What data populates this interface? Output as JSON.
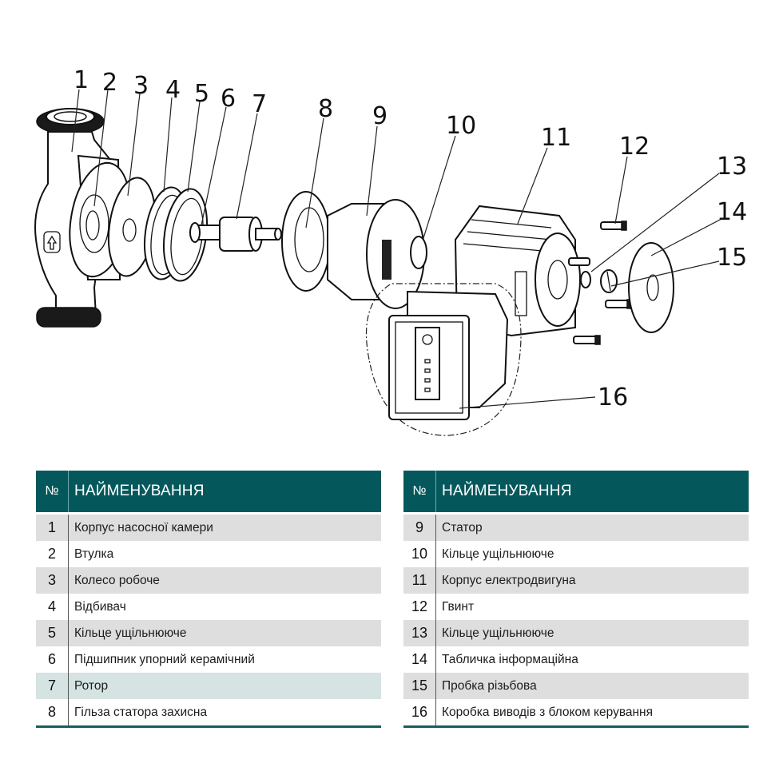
{
  "diagram": {
    "title": "Exploded view of circulation pump",
    "callouts": [
      "1",
      "2",
      "3",
      "4",
      "5",
      "6",
      "7",
      "8",
      "9",
      "10",
      "11",
      "12",
      "13",
      "14",
      "15",
      "16"
    ]
  },
  "tables": [
    {
      "header": {
        "num": "№",
        "name": "НАЙМЕНУВАННЯ"
      },
      "rows": [
        {
          "num": "1",
          "name": "Корпус насосної камери"
        },
        {
          "num": "2",
          "name": "Втулка"
        },
        {
          "num": "3",
          "name": "Колесо робоче"
        },
        {
          "num": "4",
          "name": "Відбивач"
        },
        {
          "num": "5",
          "name": "Кільце ущільнююче"
        },
        {
          "num": "6",
          "name": "Підшипник упорний керамічний"
        },
        {
          "num": "7",
          "name": "Ротор"
        },
        {
          "num": "8",
          "name": "Гільза статора захисна"
        }
      ]
    },
    {
      "header": {
        "num": "№",
        "name": "НАЙМЕНУВАННЯ"
      },
      "rows": [
        {
          "num": "9",
          "name": "Статор"
        },
        {
          "num": "10",
          "name": "Кільце ущільнююче"
        },
        {
          "num": "11",
          "name": "Корпус електродвигуна"
        },
        {
          "num": "12",
          "name": "Гвинт"
        },
        {
          "num": "13",
          "name": "Кільце ущільнююче"
        },
        {
          "num": "14",
          "name": "Табличка інформаційна"
        },
        {
          "num": "15",
          "name": "Пробка різьбова"
        },
        {
          "num": "16",
          "name": "Коробка виводів з блоком керування"
        }
      ]
    }
  ],
  "colors": {
    "header_bg": "#04585c",
    "row_shade": "#dedede",
    "row_highlight": "#d5e3e2",
    "rule": "#165e62"
  }
}
